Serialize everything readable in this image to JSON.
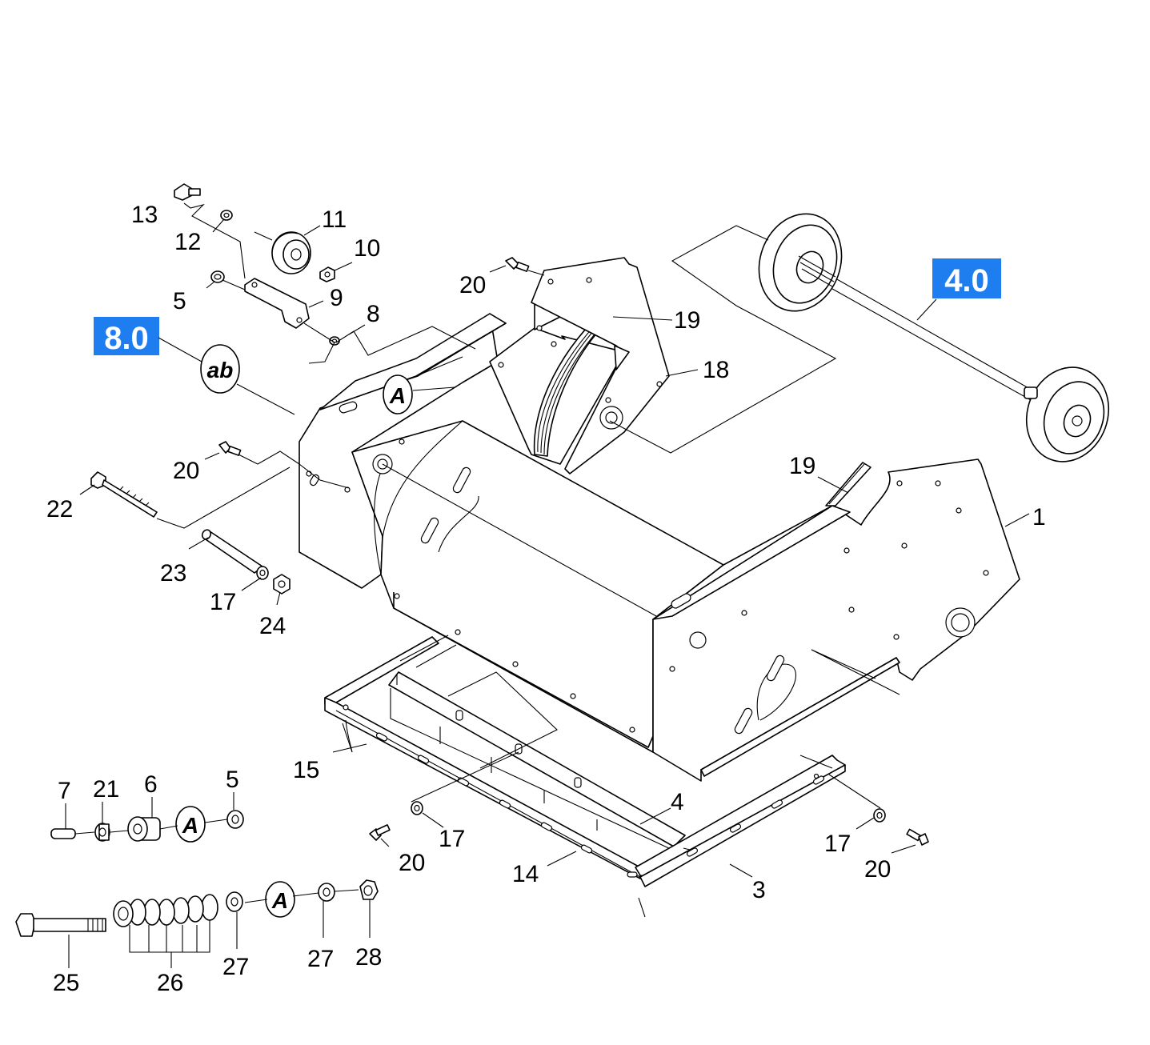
{
  "badges": {
    "assembly_8": {
      "label": "8.0",
      "color": "#1e7ef0"
    },
    "assembly_4": {
      "label": "4.0",
      "color": "#1e7ef0"
    }
  },
  "marks": {
    "ab": "ab",
    "a": "A"
  },
  "callouts": {
    "n13": "13",
    "n12": "12",
    "n11": "11",
    "n10": "10",
    "n5a": "5",
    "n9": "9",
    "n8": "8",
    "n20a": "20",
    "n19a": "19",
    "n18": "18",
    "n20b": "20",
    "n22": "22",
    "n23": "23",
    "n17a": "17",
    "n24": "24",
    "n19b": "19",
    "n1": "1",
    "n15": "15",
    "n4": "4",
    "n17b": "17",
    "n20c": "20",
    "n14": "14",
    "n3": "3",
    "n17c": "17",
    "n20d": "20",
    "n7": "7",
    "n21": "21",
    "n6": "6",
    "n5b": "5",
    "n25": "25",
    "n26": "26",
    "n27a": "27",
    "n27b": "27",
    "n28": "28"
  }
}
